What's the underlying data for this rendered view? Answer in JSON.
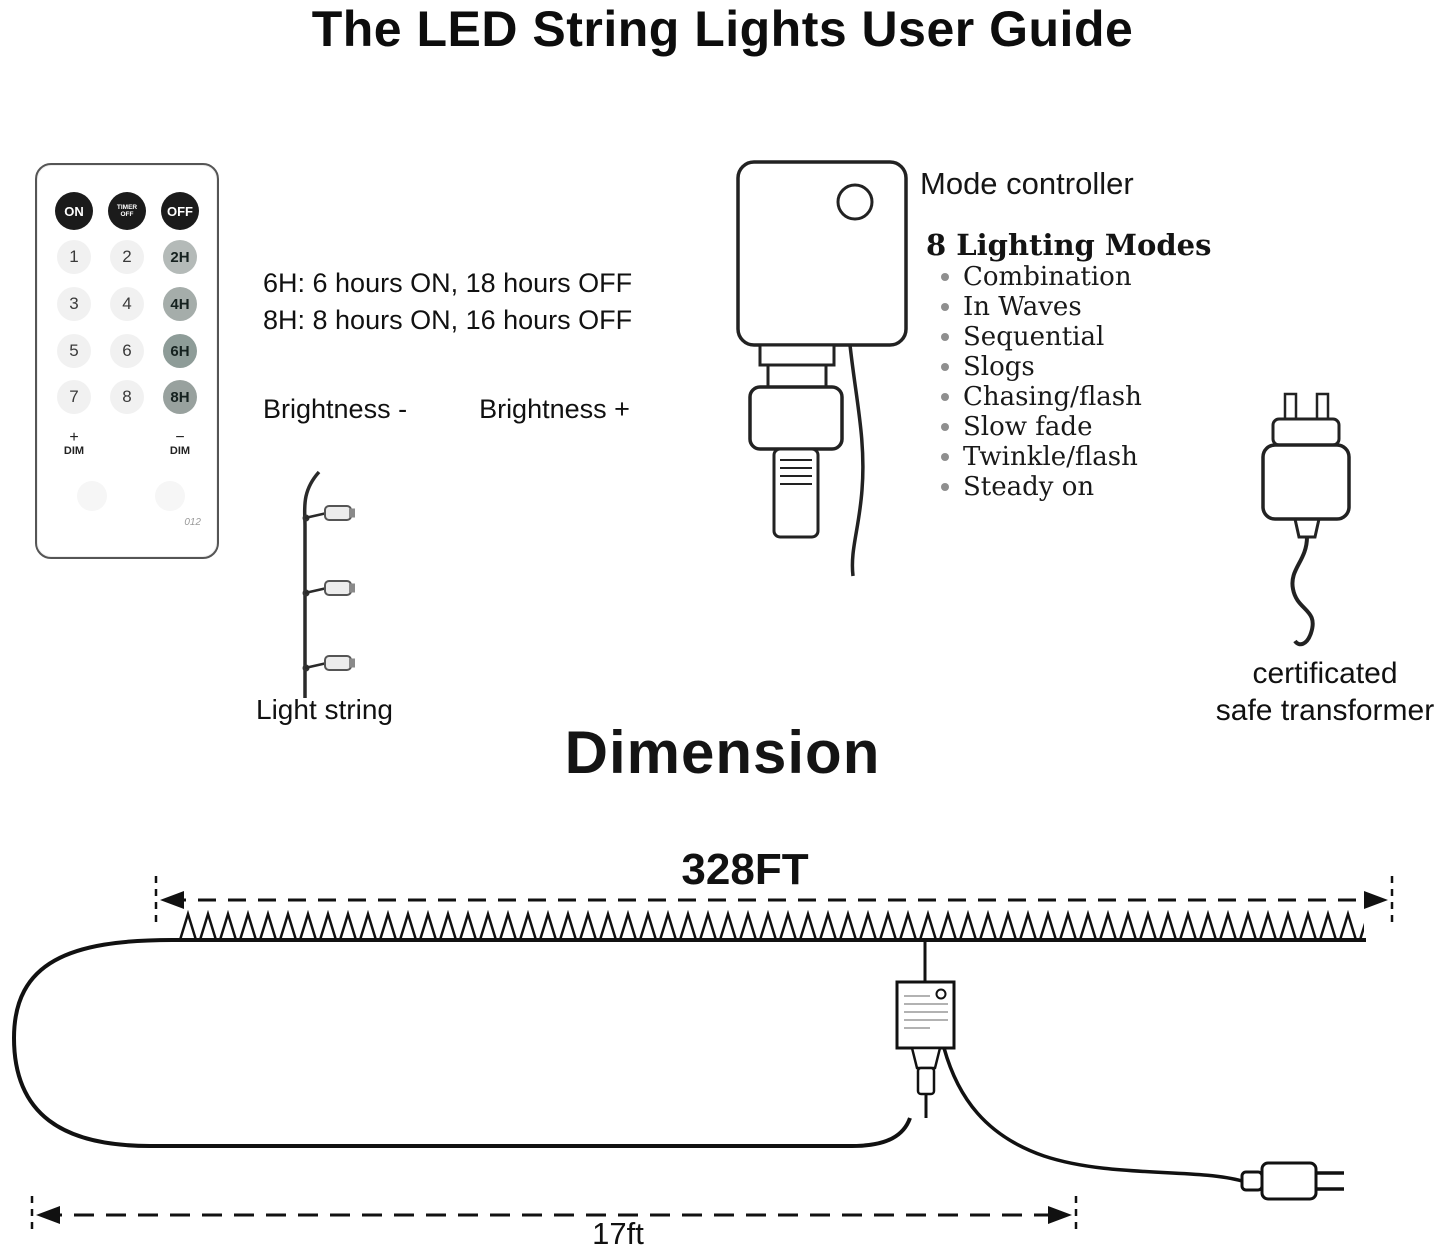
{
  "title": "The LED String Lights User Guide",
  "remote": {
    "btn_on": "ON",
    "btn_timer_off": "TIMER OFF",
    "btn_off": "OFF",
    "numbers": [
      "1",
      "2",
      "3",
      "4",
      "5",
      "6",
      "7",
      "8"
    ],
    "timers": [
      "2H",
      "4H",
      "6H",
      "8H"
    ],
    "dim_plus_sign": "+",
    "dim_minus_sign": "−",
    "dim_label": "DIM",
    "model_code": "012"
  },
  "timer_info": {
    "line1": "6H: 6 hours ON, 18 hours OFF",
    "line2": "8H: 8 hours ON, 16 hours OFF"
  },
  "brightness": {
    "minus": "Brightness -",
    "plus": "Brightness +"
  },
  "light_string": {
    "label": "Light string"
  },
  "mode_controller": {
    "title": "Mode controller",
    "modes_heading": "8 Lighting Modes",
    "modes": [
      "Combination",
      "In Waves",
      "Sequential",
      "Slogs",
      "Chasing/flash",
      "Slow fade",
      "Twinkle/flash",
      "Steady on"
    ]
  },
  "transformer": {
    "label_line1": "certificated",
    "label_line2": "safe transformer"
  },
  "dimension": {
    "heading": "Dimension",
    "total_length": "328FT",
    "lead_length": "17ft"
  }
}
